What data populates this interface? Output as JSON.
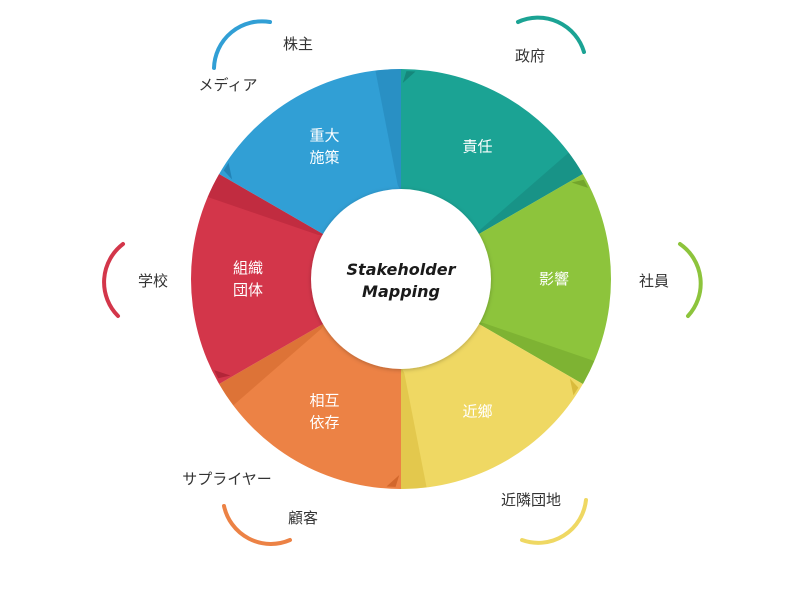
{
  "center": {
    "line1": "Stakeholder",
    "line2": "Mapping"
  },
  "segments": [
    {
      "id": "sekinin",
      "lines": [
        "責任"
      ],
      "color": "#1ba394",
      "shade": "#15877b"
    },
    {
      "id": "eikyo",
      "lines": [
        "影響"
      ],
      "color": "#8dc43c",
      "shade": "#73a52c"
    },
    {
      "id": "kingo",
      "lines": [
        "近鄉"
      ],
      "color": "#efd863",
      "shade": "#d9bb3c"
    },
    {
      "id": "sogo-izon",
      "lines": [
        "相互",
        "依存"
      ],
      "color": "#ec8245",
      "shade": "#d2672c"
    },
    {
      "id": "soshiki-dantai",
      "lines": [
        "組織",
        "団体"
      ],
      "color": "#d3364a",
      "shade": "#b22538"
    },
    {
      "id": "judai-shisaku",
      "lines": [
        "重大",
        "施策"
      ],
      "color": "#319fd5",
      "shade": "#2383b6"
    }
  ],
  "outer_labels": [
    {
      "id": "kabunushi",
      "text": "株主"
    },
    {
      "id": "media",
      "text": "メディア"
    },
    {
      "id": "seifu",
      "text": "政府"
    },
    {
      "id": "gakko",
      "text": "学校"
    },
    {
      "id": "shain",
      "text": "社員"
    },
    {
      "id": "supplier",
      "text": "サプライヤー"
    },
    {
      "id": "kokyaku",
      "text": "顧客"
    },
    {
      "id": "kinrin-danchi",
      "text": "近隣団地"
    }
  ],
  "arc_colors": {
    "top_left": "#319fd5",
    "top_right": "#1ba394",
    "left": "#d3364a",
    "right": "#8dc43c",
    "bottom_left": "#ec8245",
    "bottom_right": "#efd863"
  }
}
